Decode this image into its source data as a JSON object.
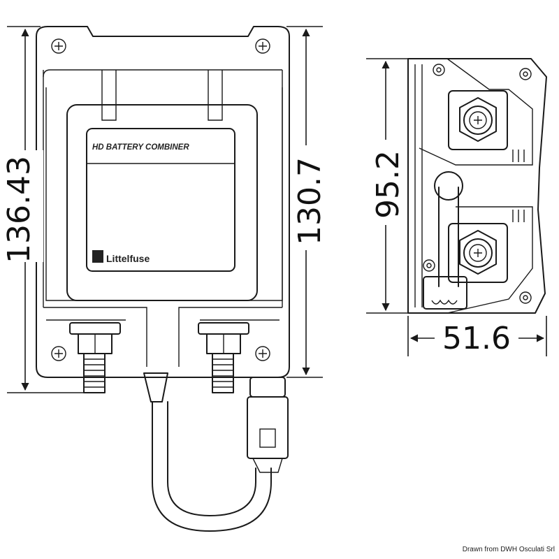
{
  "device": {
    "label": "HD BATTERY COMBINER",
    "brand": "Littelfuse"
  },
  "dimensions": {
    "overall_height": "136.43",
    "body_height": "130.7",
    "side_height": "95.2",
    "side_depth": "51.6"
  },
  "credit": "Drawn from DWH Osculati Srl"
}
